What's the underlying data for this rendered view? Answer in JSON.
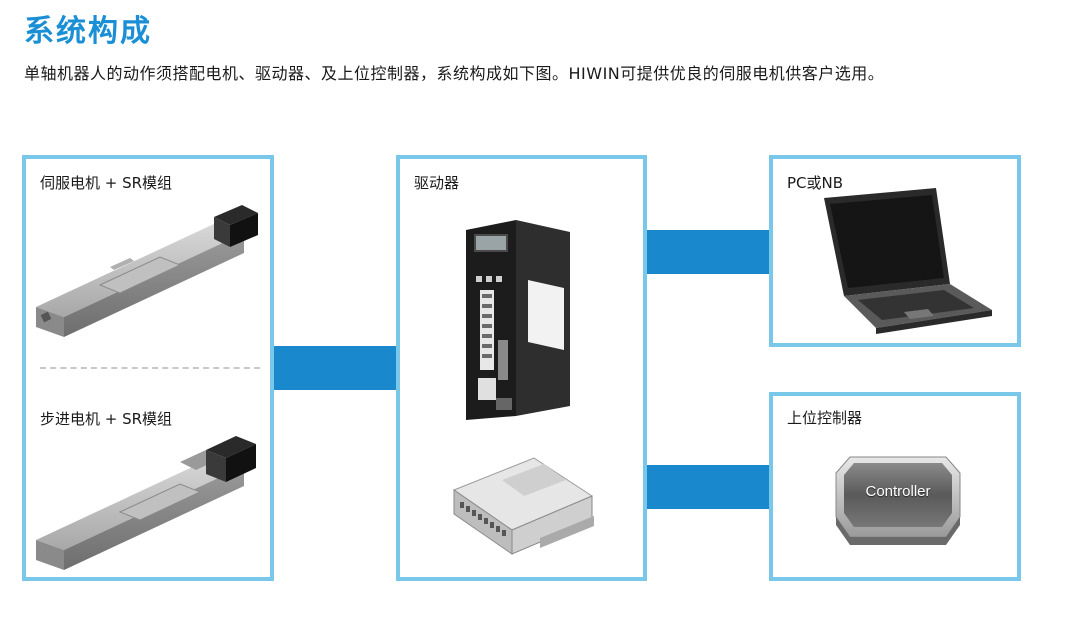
{
  "header": {
    "title": "系统构成",
    "description": "单轴机器人的动作须搭配电机、驱动器、及上位控制器，系统构成如下图。HIWIN可提供优良的伺服电机供客户选用。"
  },
  "diagram": {
    "motor_box": {
      "servo_label": "伺服电机 + SR模组",
      "stepper_label": "步进电机 + SR模组"
    },
    "driver_box": {
      "label": "驱动器"
    },
    "pc_box": {
      "label": "PC或NB"
    },
    "controller_box": {
      "label": "上位控制器",
      "device_text": "Controller"
    }
  },
  "colors": {
    "title": "#1a8fd6",
    "box_border": "#79c8ea",
    "connector": "#1a88cc"
  },
  "icons": [
    "servo-module-image",
    "stepper-module-image",
    "servo-driver-image",
    "stepper-driver-image",
    "laptop-image",
    "controller-image"
  ]
}
